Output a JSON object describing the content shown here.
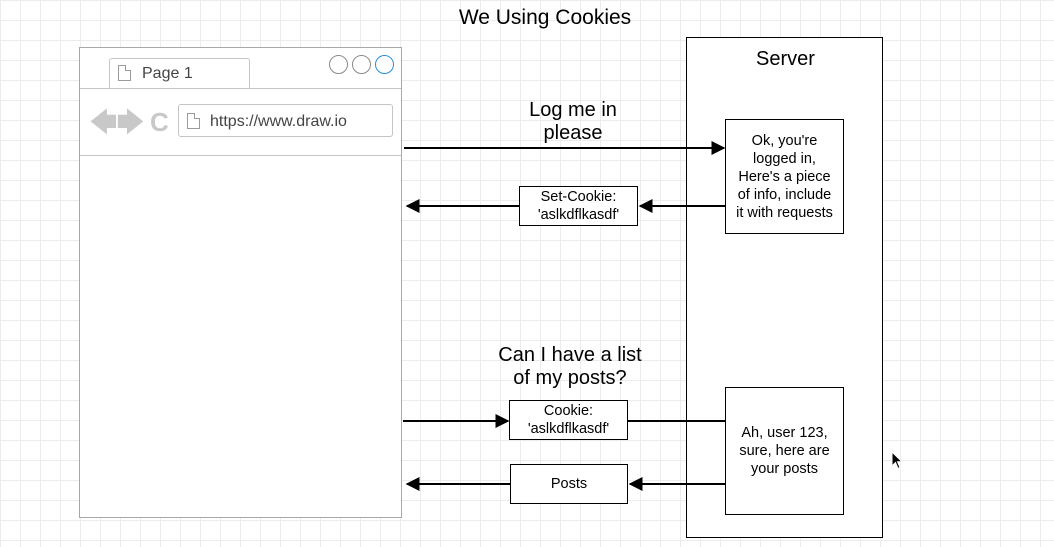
{
  "title": "We Using Cookies",
  "browser": {
    "tab_label": "Page 1",
    "url": "https://www.draw.io",
    "nav": {
      "back": "🡄",
      "forward": "🡆",
      "reload": "C"
    }
  },
  "server": {
    "title": "Server"
  },
  "messages": {
    "login_request": "Log me in\nplease",
    "login_response": "Ok, you're\nlogged in,\nHere's a piece\nof info, include\nit with requests",
    "set_cookie": "Set-Cookie:\n'aslkdflkasdf'",
    "posts_request": "Can I have a list\nof my posts?",
    "cookie": "Cookie:\n'aslkdflkasdf'",
    "posts_response": "Ah, user 123,\nsure, here are\nyour posts",
    "posts": "Posts"
  },
  "colors": {
    "window_button_active": "#2b8fd6",
    "grid": "#ececec"
  }
}
